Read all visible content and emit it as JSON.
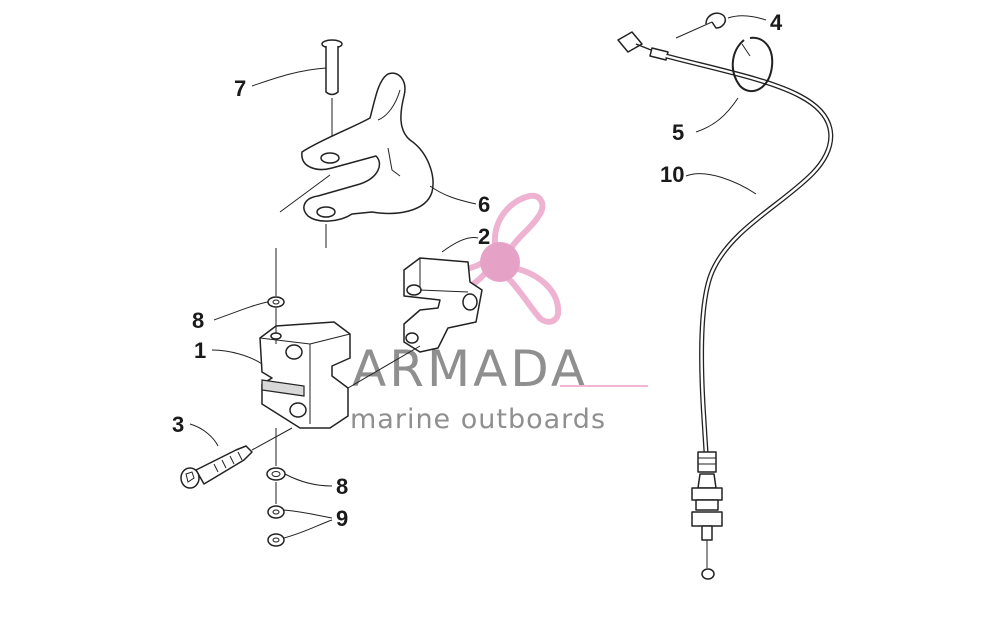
{
  "callouts": {
    "c1": "1",
    "c2": "2",
    "c3": "3",
    "c4": "4",
    "c5": "5",
    "c6": "6",
    "c7": "7",
    "c8a": "8",
    "c8b": "8",
    "c9": "9",
    "c10": "10"
  },
  "watermark": {
    "brand": "ARMADA",
    "tagline": "marine outboards",
    "colors": {
      "propeller": "#e8a6c8",
      "brand_text": "#8a8a8a",
      "accent": "#f2b6d4"
    }
  }
}
